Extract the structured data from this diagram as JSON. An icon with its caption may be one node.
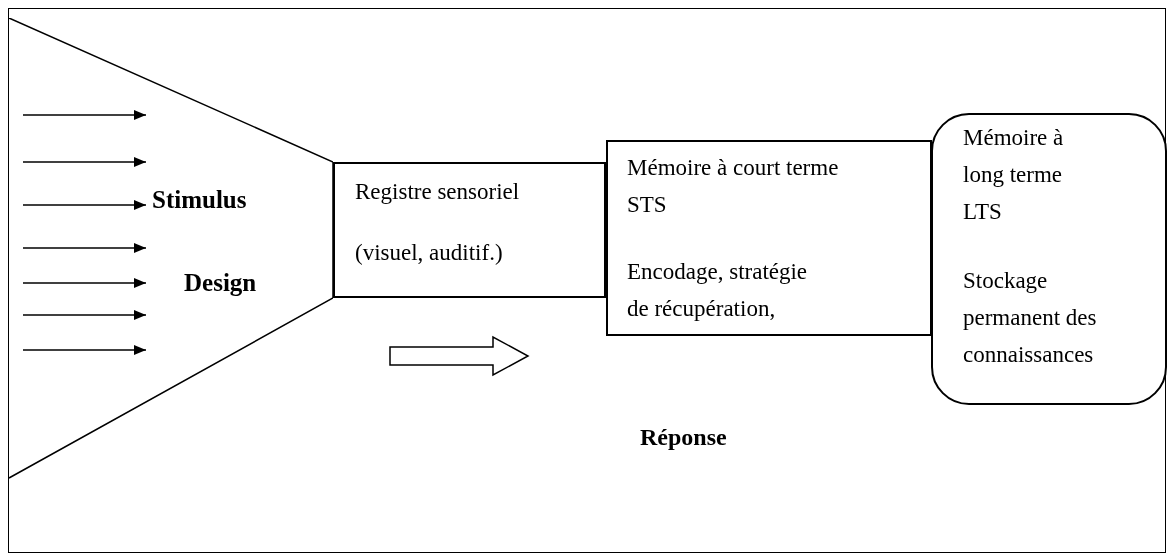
{
  "diagram": {
    "nodes": [
      {
        "text": [
          "Stimulus",
          "Design"
        ]
      },
      {
        "text": [
          "Registre sensoriel",
          "(visuel, auditif.)"
        ]
      },
      {
        "text": [
          "Mémoire à court terme STS",
          "Encodage, stratégie de récupération,"
        ]
      },
      {
        "text": [
          "Mémoire à long terme LTS",
          "Stockage permanent des connaissances"
        ]
      }
    ],
    "labels": [
      "Réponse"
    ]
  }
}
